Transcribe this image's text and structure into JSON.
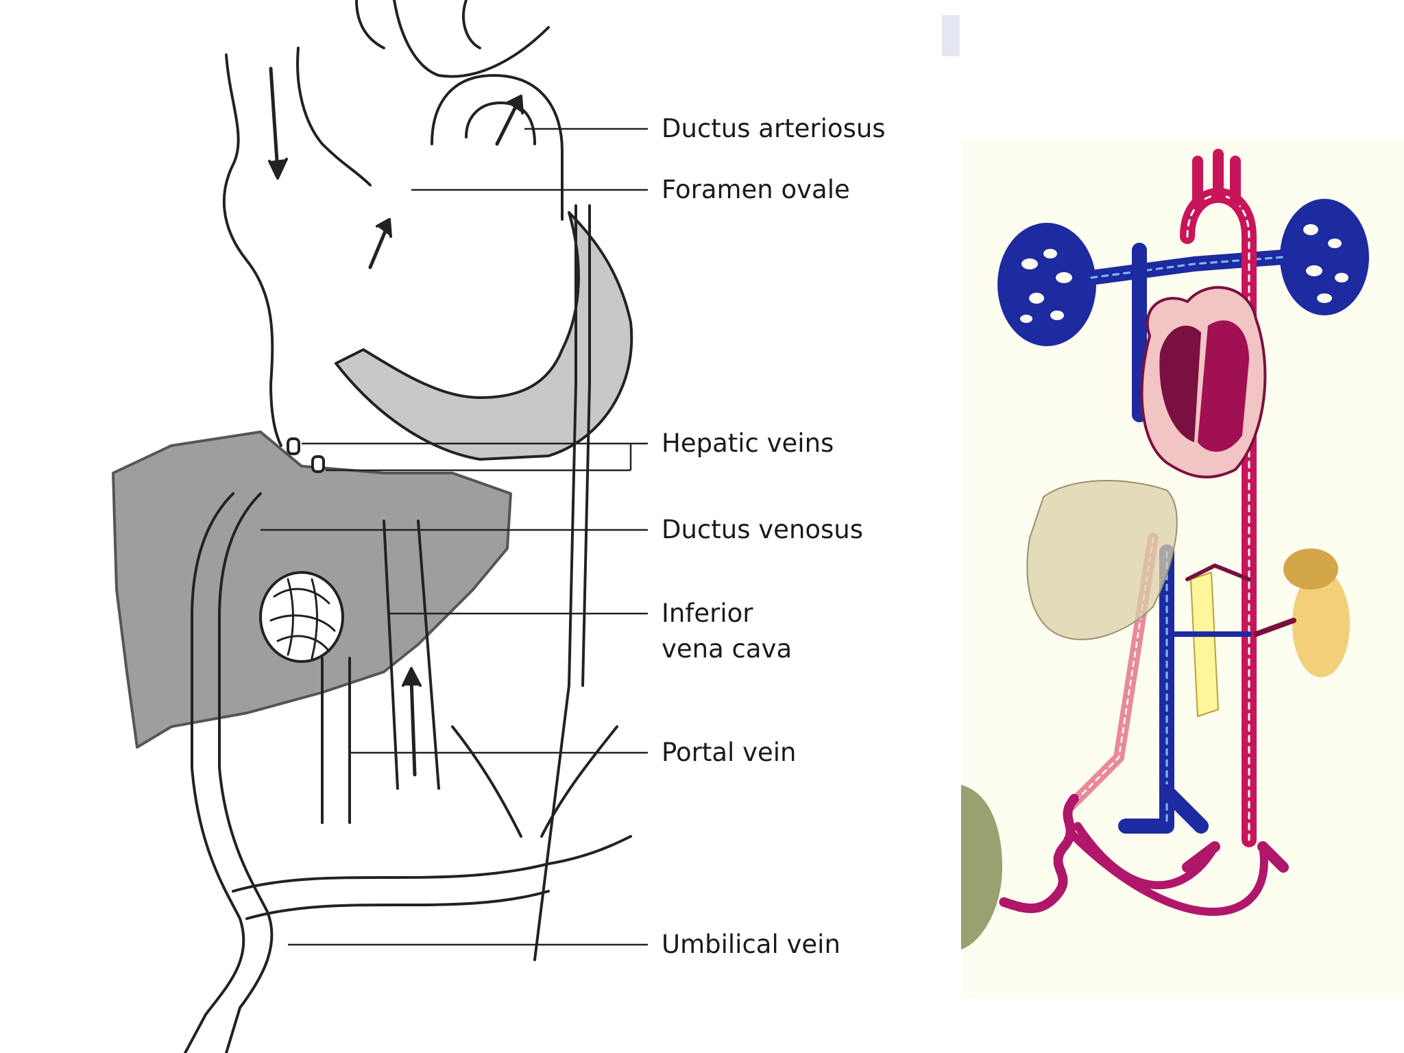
{
  "left_diagram": {
    "labels": {
      "ductus_arteriosus": "Ductus arteriosus",
      "foramen_ovale": "Foramen ovale",
      "hepatic_veins": "Hepatic veins",
      "ductus_venosus": "Ductus venosus",
      "inferior_vena_cava_line1": "Inferior",
      "inferior_vena_cava_line2": "vena cava",
      "portal_vein": "Portal vein",
      "umbilical_vein": "Umbilical vein"
    }
  },
  "colors": {
    "oxygenated": "#c8155a",
    "deoxygenated": "#1e2aa0",
    "mixed": "#e88a9a",
    "liver_gray": "#9e9e9e",
    "heart_gray": "#c8c8c8",
    "liver_tan": "#d9cfa8",
    "kidney": "#f3cf7a",
    "panel_bg": "#fdfdf0"
  }
}
